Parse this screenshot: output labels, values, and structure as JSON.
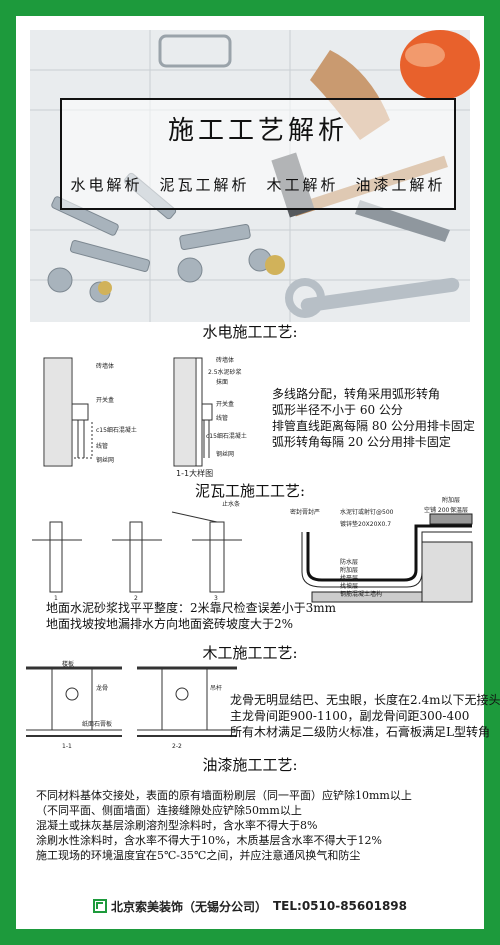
{
  "hero": {
    "title": "施工工艺解析",
    "subtitles": [
      "水电解析",
      "泥瓦工解析",
      "木工解析",
      "油漆工解析"
    ]
  },
  "plumbing": {
    "title": "水电施工工艺:",
    "diagram_labels": {
      "left": [
        "砖墙体",
        "开关盒",
        "c15细石混凝土",
        "线管",
        "钢丝网"
      ],
      "right": [
        "砖墙体",
        "2.5水泥砂浆",
        "抹面",
        "开关盒",
        "线管",
        "c15细石混凝土",
        "钢丝网"
      ],
      "caption": "1-1大样图"
    },
    "lines": [
      "多线路分配，转角采用弧形转角",
      "弧形半径不小于 60 公分",
      "排管直线距离每隔 80 公分用排卡固定",
      "弧形转角每隔 20 公分用排卡固定"
    ]
  },
  "tiling": {
    "title": "泥瓦工施工工艺:",
    "diagram_labels": {
      "left_top": "止水条",
      "left_nums": [
        "1",
        "2",
        "3"
      ],
      "right": [
        "密封膏封严",
        "水泥钉或射钉@500",
        "镀锌垫20X20X0.7",
        "附加层",
        "空铺 200",
        "保温层",
        "防水层",
        "附加层",
        "找平层",
        "找坡层",
        "钢筋混凝土墙构"
      ]
    },
    "lines": [
      "地面水泥砂浆找平平整度：2米靠尺检查误差小于3mm",
      "地面找坡按地漏排水方向地面瓷砖坡度大于2%"
    ]
  },
  "carpentry": {
    "title": "木工施工工艺:",
    "diagram_labels": [
      "楼板",
      "龙骨",
      "吊杆",
      "纸面石膏板",
      "1-1",
      "2-2"
    ],
    "lines": [
      "龙骨无明显结巴、无虫眼，长度在2.4m以下无接头",
      "主龙骨间距900-1100，副龙骨间距300-400",
      "所有木材满足二级防火标准，石膏板满足L型转角"
    ]
  },
  "painting": {
    "title": "油漆施工工艺:",
    "lines": [
      "不同材料基体交接处，表面的原有墙面粉刷层（同一平面）应铲除10mm以上",
      "（不同平面、侧面墙面）连接缝隙处应铲除50mm以上",
      "混凝土或抹灰基层涂刷溶剂型涂料时，含水率不得大于8%",
      "涂刷水性涂料时，含水率不得大于10%，木质基层含水率不得大于12%",
      "施工现场的环境温度宜在5℃-35℃之间，并应注意通风换气和防尘"
    ]
  },
  "footer": {
    "company": "北京索美装饰（无锡分公司）",
    "phone": "TEL:0510-85601898"
  },
  "colors": {
    "border": "#1d9a3c",
    "text": "#111111"
  }
}
